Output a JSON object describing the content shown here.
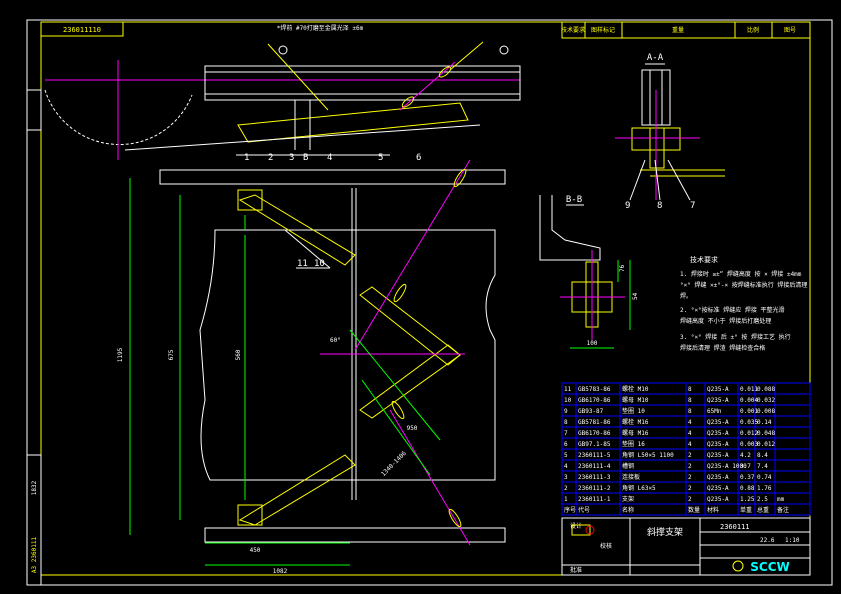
{
  "drawing_code": "236011110",
  "top_note": "*焊前 #70打磨至金属光泽 ±6m",
  "section_aa": "A-A",
  "section_bb": "B-B",
  "part_labels": [
    "1",
    "2",
    "3",
    "4",
    "5",
    "6",
    "7",
    "8",
    "9",
    "10",
    "11"
  ],
  "bubble_b": "B",
  "dims": {
    "overall_h": "1195",
    "h2": "675",
    "h3": "560",
    "w1": "450",
    "w2": "1082",
    "diag1": "950",
    "diag2": "1340-1406",
    "bb_h1": "76",
    "bb_h2": "54",
    "bb_w": "100",
    "angle": "60°"
  },
  "tech_req_title": "技术要求",
  "tech_req_lines": [
    "1. 焊接时 ≥±“ 焊缝高度 按 × 焊接 ±4mm",
    "   °×° 焊缝 ×±°-× 按焊缝标准执行 焊接后清理",
    "   焊。",
    "2. °×°按标准 焊缝应 焊接 平整光滑",
    "   焊缝高度 不小于 焊接后打磨处理",
    "3. °×° 焊接 后 ±° 按 焊接工艺 执行",
    "   焊接后清理 焊渣 焊缝检查合格"
  ],
  "bom_rows": [
    [
      "11",
      "GB5783-86",
      "螺栓 M10",
      "8",
      "Q235-A",
      "0.011",
      "0.088",
      ""
    ],
    [
      "10",
      "GB6170-86",
      "螺母 M10",
      "8",
      "Q235-A",
      "0.004",
      "0.032",
      ""
    ],
    [
      "9",
      "GB93-87",
      "垫圈 10",
      "8",
      "65Mn",
      "0.001",
      "0.008",
      ""
    ],
    [
      "8",
      "GB5781-86",
      "螺栓 M16",
      "4",
      "Q235-A",
      "0.035",
      "0.14",
      ""
    ],
    [
      "7",
      "GB6170-86",
      "螺母 M16",
      "4",
      "Q235-A",
      "0.012",
      "0.048",
      ""
    ],
    [
      "6",
      "GB97.1-85",
      "垫圈 16",
      "4",
      "Q235-A",
      "0.003",
      "0.012",
      ""
    ],
    [
      "5",
      "2360111-5",
      "角钢 L50×5 1100",
      "2",
      "Q235-A",
      "4.2",
      "8.4",
      ""
    ],
    [
      "4",
      "2360111-4",
      "槽钢",
      "2",
      "Q235-A 1000",
      "3.7",
      "7.4",
      ""
    ],
    [
      "3",
      "2360111-3",
      "连接板",
      "2",
      "Q235-A",
      "0.37",
      "0.74",
      ""
    ],
    [
      "2",
      "2360111-2",
      "角钢 L63×5",
      "2",
      "Q235-A",
      "0.88",
      "1.76",
      ""
    ],
    [
      "1",
      "2360111-1",
      "支架",
      "2",
      "Q235-A",
      "1.25",
      "2.5",
      "mm"
    ]
  ],
  "bom_header": [
    "序号",
    "代号",
    "名称",
    "数量",
    "材料",
    "单重",
    "总重",
    "备注"
  ],
  "title": {
    "part_name": "斜撑支架",
    "drawing_no": "2360111",
    "scale": "1:10",
    "company": "SCCW",
    "designer": "设计",
    "checker": "校核",
    "approver": "批准",
    "total_weight": "22.6"
  },
  "top_right_tabs": [
    "技术要求",
    "图样标记",
    "重量",
    "比例",
    "图号"
  ],
  "side_labels": {
    "left_box": "1832",
    "left_box2": "A3 2360111"
  }
}
